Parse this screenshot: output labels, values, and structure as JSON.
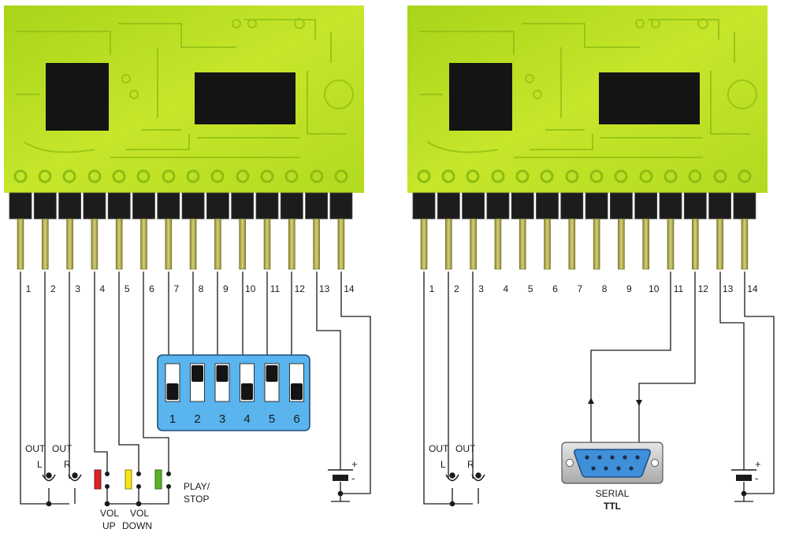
{
  "pin_numbers": [
    "1",
    "2",
    "3",
    "4",
    "5",
    "6",
    "7",
    "8",
    "9",
    "10",
    "11",
    "12",
    "13",
    "14"
  ],
  "left_module": {
    "out_l": {
      "line1": "OUT",
      "line2": "L"
    },
    "out_r": {
      "line1": "OUT",
      "line2": "R"
    },
    "vol_up": {
      "line1": "VOL",
      "line2": "UP"
    },
    "vol_down": {
      "line1": "VOL",
      "line2": "DOWN"
    },
    "play_stop": {
      "line1": "PLAY/",
      "line2": "STOP"
    },
    "dip_switch": {
      "numbers": [
        "1",
        "2",
        "3",
        "4",
        "5",
        "6"
      ],
      "positions": [
        "down",
        "up",
        "up",
        "down",
        "up",
        "down"
      ]
    },
    "battery": {
      "plus": "+",
      "minus": "-"
    }
  },
  "right_module": {
    "out_l": {
      "line1": "OUT",
      "line2": "L"
    },
    "out_r": {
      "line1": "OUT",
      "line2": "R"
    },
    "serial": {
      "line1": "SERIAL",
      "line2": "TTL"
    },
    "battery": {
      "plus": "+",
      "minus": "-"
    }
  },
  "colors": {
    "pcb": "#b6dc1e",
    "pcb_dark": "#8fbf14",
    "chip": "#141414",
    "pin_header": "#1c1c1c",
    "pin": "#b2ad4a",
    "dip_body": "#5ab4ee",
    "button_red": "#d8262a",
    "button_yellow": "#f4e51c",
    "button_green": "#5bb226",
    "db9_blue": "#3f8fd9"
  }
}
